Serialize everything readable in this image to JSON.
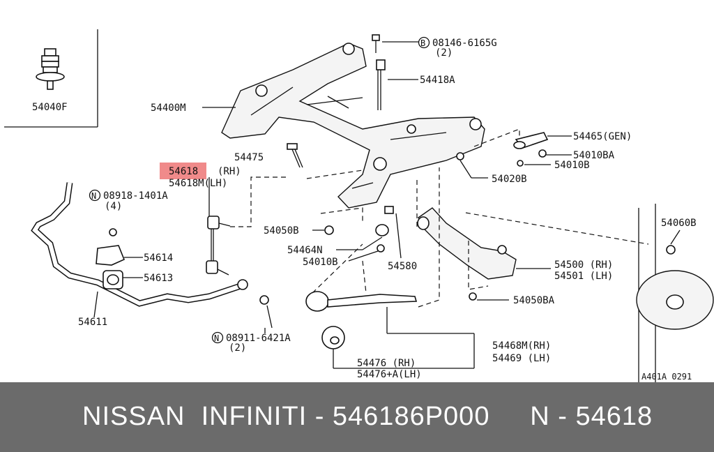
{
  "labels": {
    "p54040F": "54040F",
    "p54400M": "54400M",
    "b08146": "08146-6165G",
    "b08146_qty": "(2)",
    "p54418A": "54418A",
    "p54465": "54465(GEN)",
    "p54010BA": "54010BA",
    "p54010B_a": "54010B",
    "p54475": "54475",
    "p54618": "54618",
    "p54618_rh": "(RH)",
    "p54618M": "54618M(LH)",
    "p54020B": "54020B",
    "n08918": "08918-1401A",
    "n08918_qty": "(4)",
    "p54050B": "54050B",
    "p54464N": "54464N",
    "p54010B_b": "54010B",
    "p54580": "54580",
    "p54614": "54614",
    "p54613": "54613",
    "p54500": "54500 (RH)",
    "p54501": "54501 (LH)",
    "p54060B": "54060B",
    "p54050BA": "54050BA",
    "p54611": "54611",
    "n08911": "08911-6421A",
    "n08911_qty": "(2)",
    "p54468M": "54468M(RH)",
    "p54469": "54469 (LH)",
    "p54476": "54476   (RH)",
    "p54476A": "54476+A(LH)",
    "ref": "A401A 0291",
    "circle_b": "B",
    "circle_n1": "N",
    "circle_n2": "N"
  },
  "footer": {
    "text": "NISSAN  INFINITI - 546186P000     N - 54618"
  },
  "colors": {
    "highlight": "#f08a8a",
    "footer_bg": "#6b6b6b",
    "footer_text": "#ffffff"
  }
}
